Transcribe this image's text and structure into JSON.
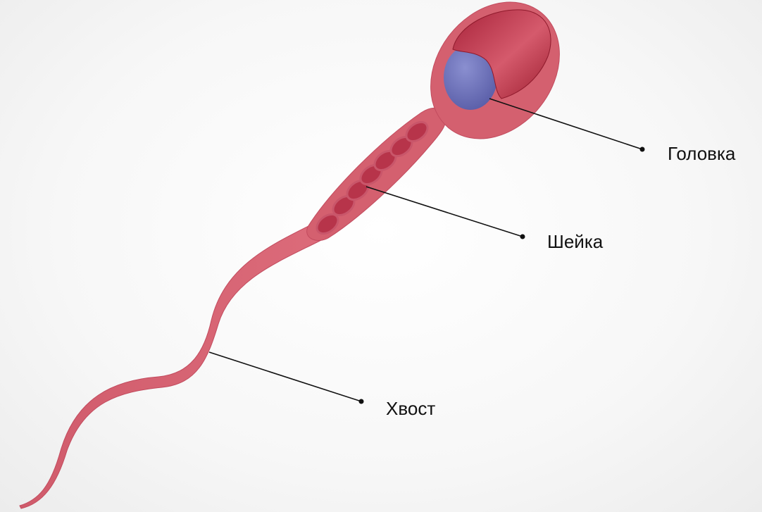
{
  "labels": {
    "head": "Головка",
    "neck": "Шейка",
    "tail": "Хвост"
  },
  "colors": {
    "body": "#d4606f",
    "body_edge": "#b8475a",
    "acrosome_dark": "#9e1f31",
    "acrosome_light": "#d85a6c",
    "nucleus": "#6d72ba",
    "mitochondria": "#b7344a",
    "line": "#111111"
  }
}
